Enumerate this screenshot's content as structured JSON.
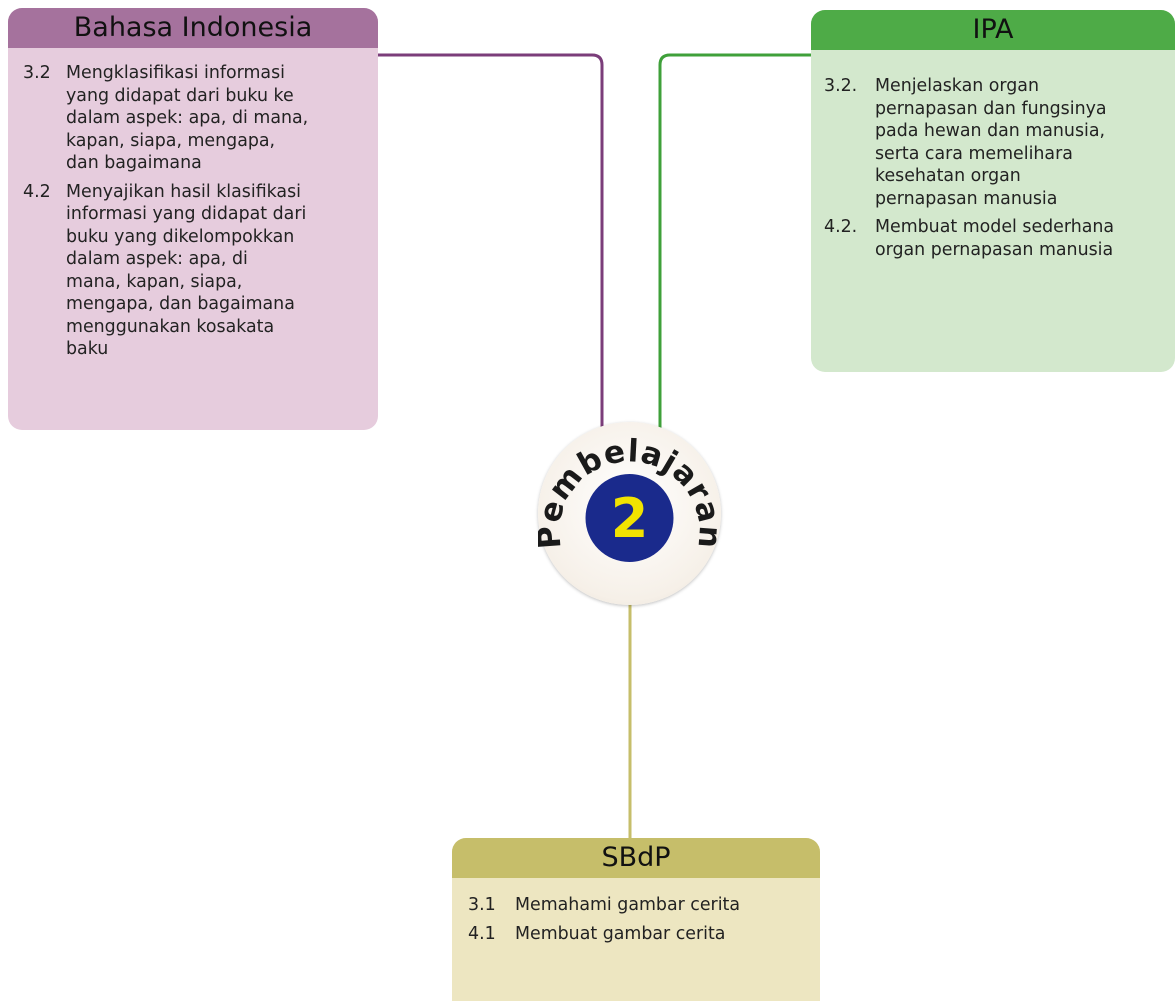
{
  "colors": {
    "bahasa_header": "#a5729d",
    "bahasa_body": "#e6ccdd",
    "ipa_header": "#4eab47",
    "ipa_body": "#d3e8cd",
    "sbdp_header": "#c6be6a",
    "sbdp_body": "#ede6c1",
    "badge_circle": "#1a2a8c",
    "badge_number": "#f2e300"
  },
  "center_badge": {
    "arc_text": "Pembelajaran",
    "number": "2"
  },
  "bahasa_indonesia": {
    "title": "Bahasa Indonesia",
    "items": [
      {
        "num": "3.2",
        "lines": [
          "Mengklasifikasi informasi",
          "yang didapat dari buku ke",
          "dalam aspek: apa, di mana,",
          "kapan, siapa, mengapa,",
          "dan bagaimana"
        ]
      },
      {
        "num": "4.2",
        "lines": [
          "Menyajikan hasil klasifikasi",
          "informasi yang didapat dari",
          "buku yang dikelompokkan",
          "dalam aspek: apa, di",
          "mana, kapan, siapa,",
          "mengapa, dan bagaimana",
          "menggunakan kosakata",
          "baku"
        ]
      }
    ]
  },
  "ipa": {
    "title": "IPA",
    "items": [
      {
        "num": "3.2.",
        "lines": [
          "Menjelaskan organ",
          "pernapasan dan fungsinya",
          "pada hewan dan manusia,",
          "serta cara memelihara",
          "kesehatan organ",
          "pernapasan manusia"
        ]
      },
      {
        "num": "4.2.",
        "lines": [
          "Membuat model sederhana",
          "organ pernapasan manusia"
        ]
      }
    ]
  },
  "sbdp": {
    "title": "SBdP",
    "items": [
      {
        "num": "3.1",
        "lines": [
          "Memahami gambar cerita"
        ]
      },
      {
        "num": "4.1",
        "lines": [
          "Membuat gambar cerita"
        ]
      }
    ]
  }
}
